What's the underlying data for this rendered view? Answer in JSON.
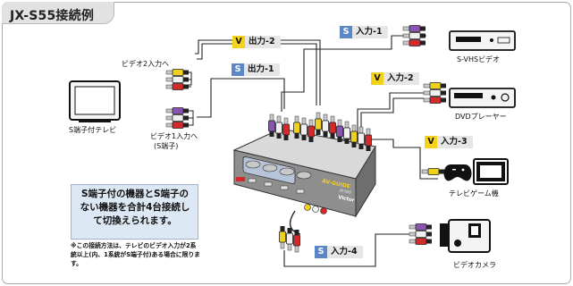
{
  "title": "JX-S55接続例",
  "tags": {
    "out2": {
      "ch": "V",
      "label": "出力-2"
    },
    "out1": {
      "ch": "S",
      "label": "出力-1"
    },
    "in1": {
      "ch": "S",
      "label": "入力-1"
    },
    "in2": {
      "ch": "V",
      "label": "入力-2"
    },
    "in3": {
      "ch": "V",
      "label": "入力-3"
    },
    "in4": {
      "ch": "S",
      "label": "入力-4"
    }
  },
  "labels": {
    "video2_in": "ビデオ2入力へ",
    "tv": "S端子付テレビ",
    "video1_in_line1": "ビデオ1入力へ",
    "video1_in_line2": "(S端子)",
    "svhs": "S-VHSビデオ",
    "dvd": "DVDプレーヤー",
    "game": "テレビゲーム機",
    "camera": "ビデオカメラ"
  },
  "device": {
    "brand": "AV-GUIDE",
    "model": "JX-S55",
    "maker": "Victor"
  },
  "note": "S端子付の機器とS端子のない機器を合計4台接続して切換えられます。",
  "footnote": "※この接続方法は、テレビのビデオ入力が2系統以上(内、1系統がS端子付)ある場合に限ります。",
  "colors": {
    "v_channel": "#f4d21a",
    "s_channel": "#5b86c8",
    "plug_yellow": "#f0d020",
    "plug_red": "#d42a2a",
    "plug_white": "#f0f0f0",
    "plug_purple": "#8a55b0",
    "note_bg": "#dce8f4"
  }
}
